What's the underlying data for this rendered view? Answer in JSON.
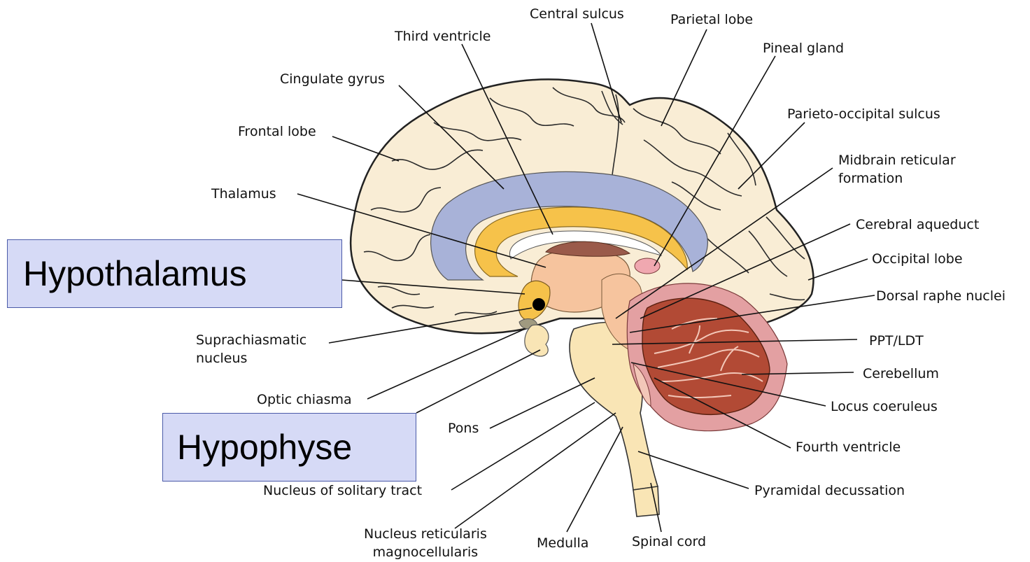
{
  "callouts": {
    "hypothalamus": "Hypothalamus",
    "hypophyse": "Hypophyse"
  },
  "labels": {
    "central_sulcus": "Central sulcus",
    "parietal_lobe": "Parietal lobe",
    "third_ventricle": "Third ventricle",
    "pineal_gland": "Pineal gland",
    "cingulate_gyrus": "Cingulate gyrus",
    "parieto_occipital_sulcus": "Parieto-occipital sulcus",
    "frontal_lobe": "Frontal lobe",
    "midbrain_reticular_formation": "Midbrain reticular\nformation",
    "thalamus": "Thalamus",
    "cerebral_aqueduct": "Cerebral aqueduct",
    "occipital_lobe": "Occipital lobe",
    "dorsal_raphe_nuclei": "Dorsal raphe nuclei",
    "suprachiasmatic_nucleus": "Suprachiasmatic\nnucleus",
    "ppt_ldt": "PPT/LDT",
    "cerebellum": "Cerebellum",
    "optic_chiasma": "Optic chiasma",
    "locus_coeruleus": "Locus coeruleus",
    "pons": "Pons",
    "fourth_ventricle": "Fourth ventricle",
    "nucleus_of_solitary_tract": "Nucleus of solitary tract",
    "pyramidal_decussation": "Pyramidal decussation",
    "nucleus_reticularis_magnocellularis": "Nucleus reticularis\nmagnocellularis",
    "medulla": "Medulla",
    "spinal_cord": "Spinal cord"
  },
  "colors": {
    "cortex": "#f9edd5",
    "cingulate": "#a8b2d8",
    "corpus_callosum": "#f6c24a",
    "thalamus": "#f6c49e",
    "brainstem": "#f9e5b5",
    "cerebellum_inner": "#b24a35",
    "cerebellum_outer": "#e3a0a2",
    "third_ventricle_fill": "#9a5a4a",
    "callout_fill": "#d6daf6",
    "callout_border": "#4a5aa8"
  }
}
